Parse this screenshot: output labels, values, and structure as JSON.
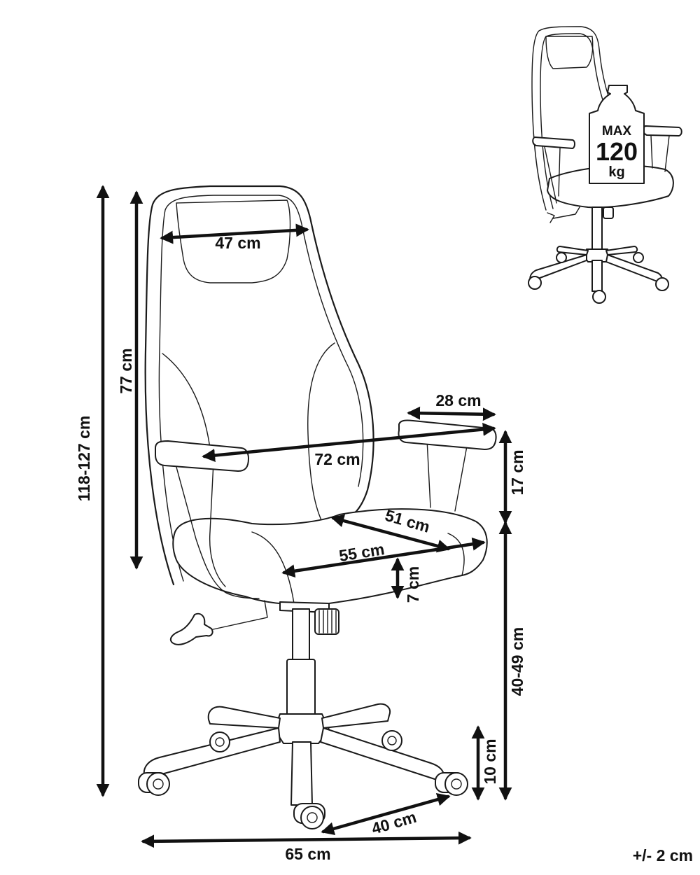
{
  "dimensions": {
    "headrest_width": "47 cm",
    "backrest_height": "77 cm",
    "total_height": "118-127 cm",
    "armrest_length": "28 cm",
    "width_between_armrests": "72 cm",
    "armrest_height": "17 cm",
    "seat_depth": "51 cm",
    "seat_width": "55 cm",
    "seat_thickness": "7 cm",
    "seat_height": "40-49 cm",
    "castor_height": "10 cm",
    "base_leg": "40 cm",
    "base_width": "65 cm"
  },
  "tolerance": "+/- 2 cm",
  "load_badge": {
    "line1": "MAX",
    "line2": "120",
    "line3": "kg"
  }
}
